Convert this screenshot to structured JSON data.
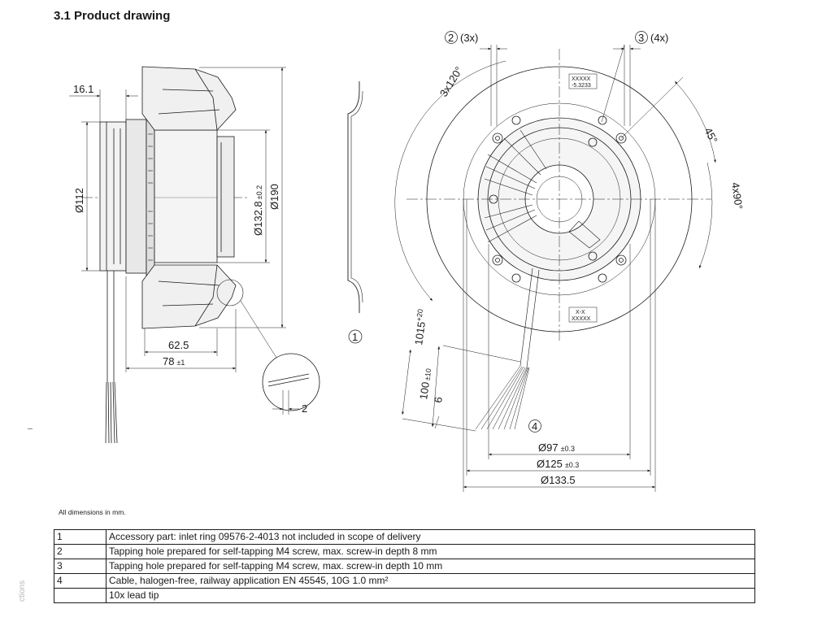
{
  "title": "3.1 Product drawing",
  "dimensions": {
    "d16_1": "16.1",
    "d112": "Ø112",
    "d132_8": "Ø132.8",
    "d132_8_tol": "±0.2",
    "d190": "Ø190",
    "d62_5": "62.5",
    "d78": "78",
    "d78_tol": "±1",
    "d2": "2",
    "d2x": "(3x)",
    "d3x": "(4x)",
    "a3x120": "3x120°",
    "a45": "45°",
    "a4x90": "4x90°",
    "d1015": "1015",
    "d1015_tol": "+20",
    "d100": "100",
    "d100_tol": "±10",
    "d6": "6",
    "d97": "Ø97",
    "d97_tol": "±0.3",
    "d125": "Ø125",
    "d125_tol": "±0.3",
    "d133_5": "Ø133.5",
    "label_top": "XXXXX",
    "label_top2": "-5.3233",
    "label_bottom": "X-X",
    "label_bottom2": "XXXXX"
  },
  "callouts": {
    "c1": "1",
    "c2": "2",
    "c3": "3",
    "c4": "4"
  },
  "note": "All dimensions in mm.",
  "legend": [
    {
      "num": "1",
      "text": "Accessory part: inlet ring 09576-2-4013 not included in scope of delivery"
    },
    {
      "num": "2",
      "text": "Tapping hole prepared for self-tapping M4 screw, max. screw-in depth 8 mm"
    },
    {
      "num": "3",
      "text": "Tapping hole prepared for self-tapping M4 screw, max. screw-in depth 10 mm"
    },
    {
      "num": "4",
      "text": "Cable, halogen-free, railway application EN 45545, 10G 1.0 mm²"
    },
    {
      "num": "",
      "text": "10x lead tip"
    }
  ],
  "side_text": "ctions"
}
